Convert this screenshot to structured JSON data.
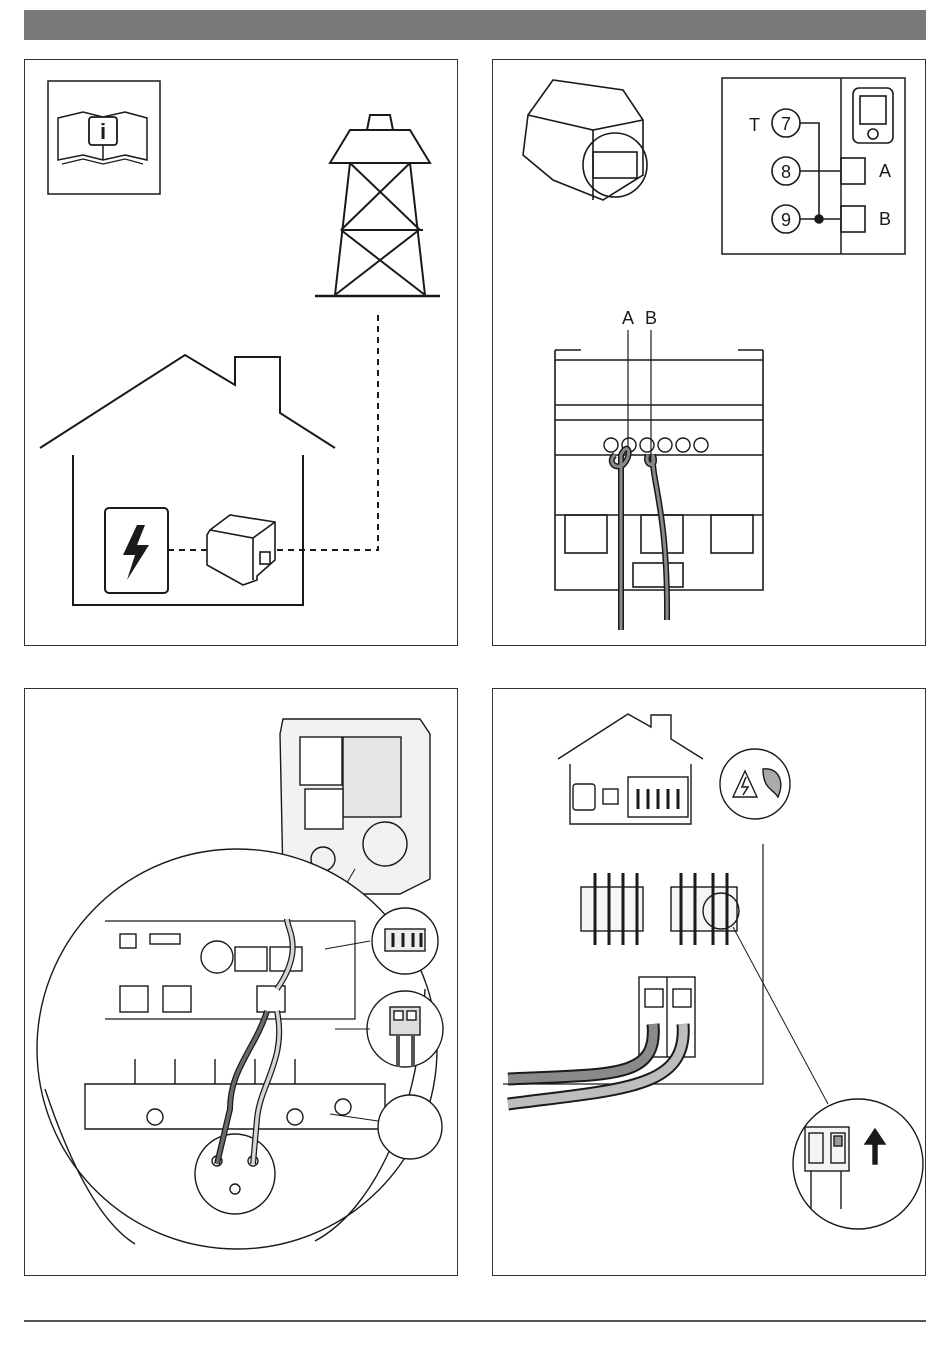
{
  "meter_diagram": {
    "terminal_T": "T",
    "terminal_7": "7",
    "terminal_8": "8",
    "terminal_9": "9",
    "port_A": "A",
    "port_B": "B"
  },
  "meter_terminal_labels": {
    "wire_A": "A",
    "wire_B": "B"
  },
  "icons": {
    "manual": "info-manual-icon",
    "power_pylon": "power-pylon-icon",
    "lightning": "lightning-icon",
    "hazard": "electrical-hazard-icon",
    "arrow_up": "arrow-up-icon"
  },
  "colors": {
    "header_bar": "#7a7a7a",
    "cable_dark": "#6a6a6a",
    "cable_light": "#bdbdbd"
  }
}
